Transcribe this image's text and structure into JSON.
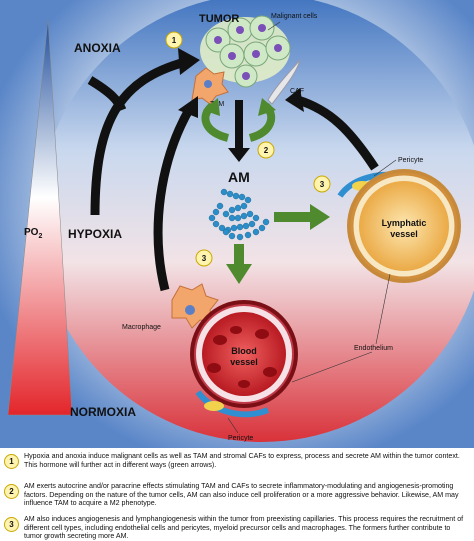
{
  "labels": {
    "tumor": "TUMOR",
    "malignant_cells": "Malignant cells",
    "tam": "TAM",
    "caf": "CAF",
    "am": "AM",
    "anoxia": "ANOXIA",
    "hypoxia": "HYPOXIA",
    "normoxia": "NORMOXIA",
    "po2": "PO",
    "po2_sub": "2",
    "pericyte_top": "Pericyte",
    "lymphatic_vessel_1": "Lymphatic",
    "lymphatic_vessel_2": "vessel",
    "macrophage": "Macrophage",
    "endothelium": "Endothelium",
    "blood_vessel_1": "Blood",
    "blood_vessel_2": "vessel",
    "pericyte_bottom": "Pericyte"
  },
  "steps": [
    "1",
    "2",
    "3",
    "3"
  ],
  "captions": [
    {
      "num": "1",
      "text": "Hypoxia and anoxia induce malignant cells as well as TAM and stromal CAFs to express, process and secrete AM within the tumor context. This hormone will further act in different ways (green arrows)."
    },
    {
      "num": "2",
      "text": "AM exerts autocrine and/or paracrine effects stimulating TAM and CAFs to secrete inflammatory-modulating and angiogenesis-promoting factors. Depending on the nature of the tumor cells, AM can also induce cell proliferation or a more aggressive behavior. Likewise, AM may influence TAM to acquire a M2 phenotype."
    },
    {
      "num": "3",
      "text": "AM also induces angiogenesis and lymphangiogenesis within the tumor from preexisting capillaries. This process requires the recruitment of different cell types, including endothelial cells and pericytes, myeloid precursor cells and macrophages. The formers further contribute to tumor growth secreting more AM."
    }
  ],
  "colors": {
    "oxygen_high": "#1f4e9c",
    "oxygen_low": "#e3262b",
    "green_arrow": "#4f8a2e",
    "step_badge": "#fff3b0"
  }
}
